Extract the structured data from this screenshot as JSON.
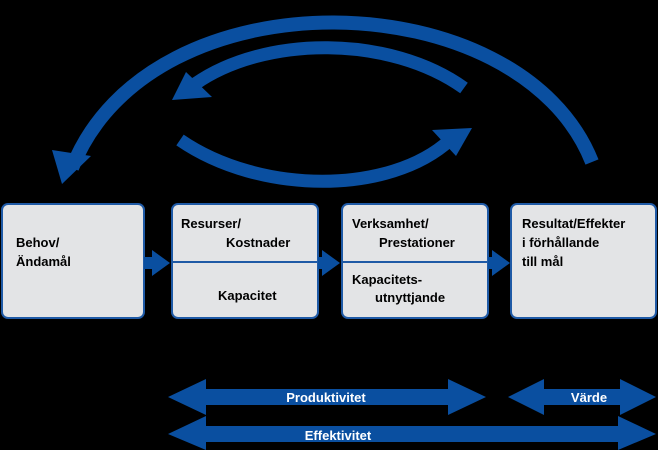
{
  "colors": {
    "background": "#000000",
    "arrow_blue": "#0a4fa0",
    "box_fill": "#e3e4e6",
    "box_border": "#1f5aa6",
    "label_text": "#000000",
    "arrow_text": "#ffffff"
  },
  "boxes": [
    {
      "lines": [
        "Behov/",
        "Ändamål"
      ]
    },
    {
      "top_lines": [
        "Resurser/",
        "Kostnader"
      ],
      "bottom_lines": [
        "Kapacitet"
      ]
    },
    {
      "top_lines": [
        "Verksamhet/",
        "Prestationer"
      ],
      "bottom_lines": [
        "Kapacitets-",
        "utnyttjande"
      ]
    },
    {
      "lines": [
        "Resultat/Effekter",
        "i förhållande",
        "till mål"
      ]
    }
  ],
  "measures": {
    "produktivitet": "Produktivitet",
    "varde": "Värde",
    "effektivitet": "Effektivitet"
  }
}
